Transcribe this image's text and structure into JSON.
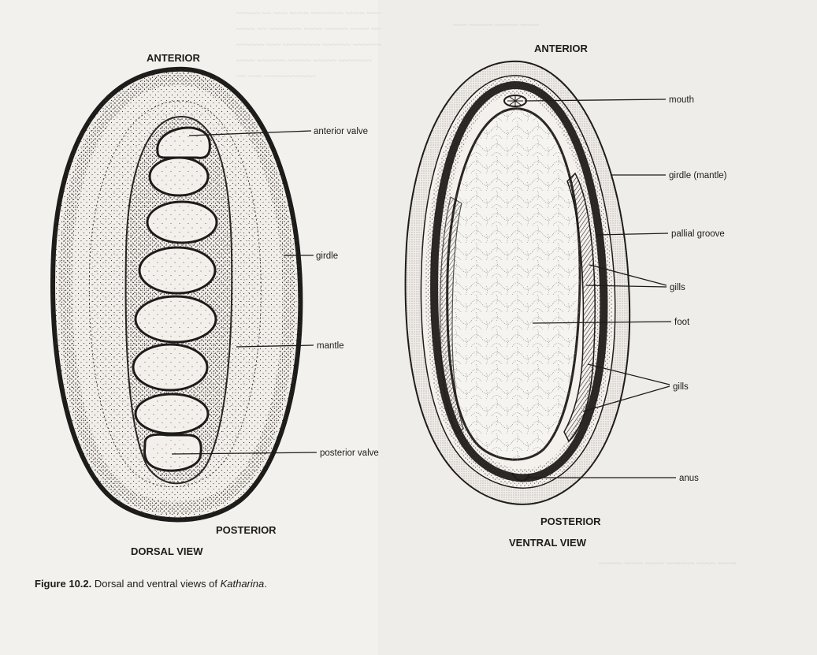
{
  "dorsal": {
    "anterior": "ANTERIOR",
    "posterior": "POSTERIOR",
    "view": "DORSAL VIEW",
    "labels": {
      "anterior_valve": "anterior valve",
      "girdle": "girdle",
      "mantle": "mantle",
      "posterior_valve": "posterior valve"
    }
  },
  "ventral": {
    "anterior": "ANTERIOR",
    "posterior": "POSTERIOR",
    "view": "VENTRAL VIEW",
    "labels": {
      "mouth": "mouth",
      "girdle_mantle": "girdle (mantle)",
      "pallial_groove": "pallial groove",
      "gills_upper": "gills",
      "foot": "foot",
      "gills_lower": "gills",
      "anus": "anus"
    }
  },
  "caption": {
    "number": "Figure 10.2.",
    "text": "Dorsal and ventral views of",
    "species": "Katharina",
    "end": "."
  },
  "colors": {
    "ink": "#1e1c1a",
    "paper": "#f3f1ee",
    "stipple": "#3a3632"
  }
}
